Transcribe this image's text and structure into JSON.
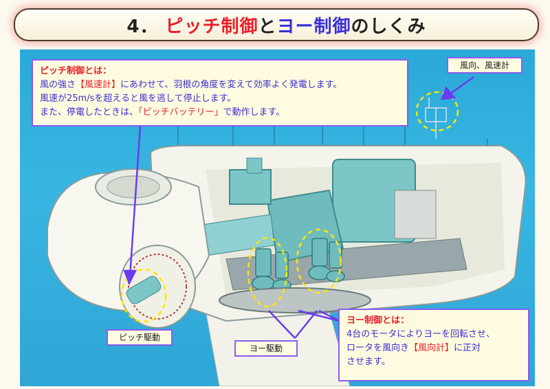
{
  "title": {
    "number": "4．",
    "pitch": "ピッチ制御",
    "to": "と",
    "yaw": "ヨー制御",
    "suffix": "のしくみ"
  },
  "pitch_callout": {
    "heading": "ピッチ制御とは：",
    "line1_a": "風の強さ",
    "line1_b": "【風速計】",
    "line1_c": "にあわせて、羽根の角度を変えて効率よく発電します。",
    "line2": "風速が25m/sを超えると風を逃して停止します。",
    "line3_a": "また、停電したときは、",
    "line3_b": "「ピッチバッテリー」",
    "line3_c": "で動作します。"
  },
  "yaw_callout": {
    "heading": "ヨー制御とは：",
    "line1": "4台のモータによりヨーを回転させ、",
    "line2_a": "ロータを風向き",
    "line2_b": "【風向計】",
    "line2_c": "に正対",
    "line3": "させます。"
  },
  "labels": {
    "anemometer": "風向、風速計",
    "pitch_drive": "ピッチ駆動",
    "yaw_drive": "ヨー駆動"
  },
  "colors": {
    "sky": "#2fa6d6",
    "nacelle": "#f4f4ec",
    "machinery": "#7cc6c8",
    "highlight_ring": "#ffe600",
    "pointer": "#6a3cf0"
  }
}
